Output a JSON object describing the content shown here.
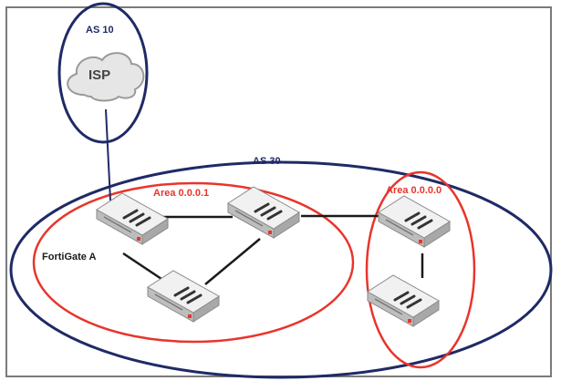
{
  "diagram": {
    "title": "OSPF / BGP topology",
    "colors": {
      "as_boundary": "#1f2a66",
      "ospf_area": "#e8352b",
      "link": "#1a1a1a",
      "cloud_fill": "#e6e6e6",
      "cloud_stroke": "#9a9a9a",
      "device_top": "#f1f1f1",
      "device_side": "#bdbdbd"
    },
    "labels": {
      "as10": "AS 10",
      "isp": "ISP",
      "as30": "AS 30",
      "area1": "Area 0.0.0.1",
      "area0": "Area 0.0.0.0",
      "fortigate_a": "FortiGate A"
    },
    "nodes": [
      {
        "id": "fgA",
        "label": "FortiGate A",
        "type": "fortigate"
      },
      {
        "id": "fgB",
        "label": "",
        "type": "fortigate"
      },
      {
        "id": "fgC",
        "label": "",
        "type": "fortigate"
      },
      {
        "id": "fgD",
        "label": "",
        "type": "fortigate"
      },
      {
        "id": "fgE",
        "label": "",
        "type": "fortigate"
      },
      {
        "id": "isp",
        "label": "ISP",
        "type": "cloud"
      }
    ],
    "links": [
      {
        "from": "isp",
        "to": "fgA",
        "style": "as-link"
      },
      {
        "from": "fgA",
        "to": "fgB"
      },
      {
        "from": "fgA",
        "to": "fgC"
      },
      {
        "from": "fgB",
        "to": "fgC"
      },
      {
        "from": "fgB",
        "to": "fgD"
      },
      {
        "from": "fgD",
        "to": "fgE"
      }
    ]
  }
}
